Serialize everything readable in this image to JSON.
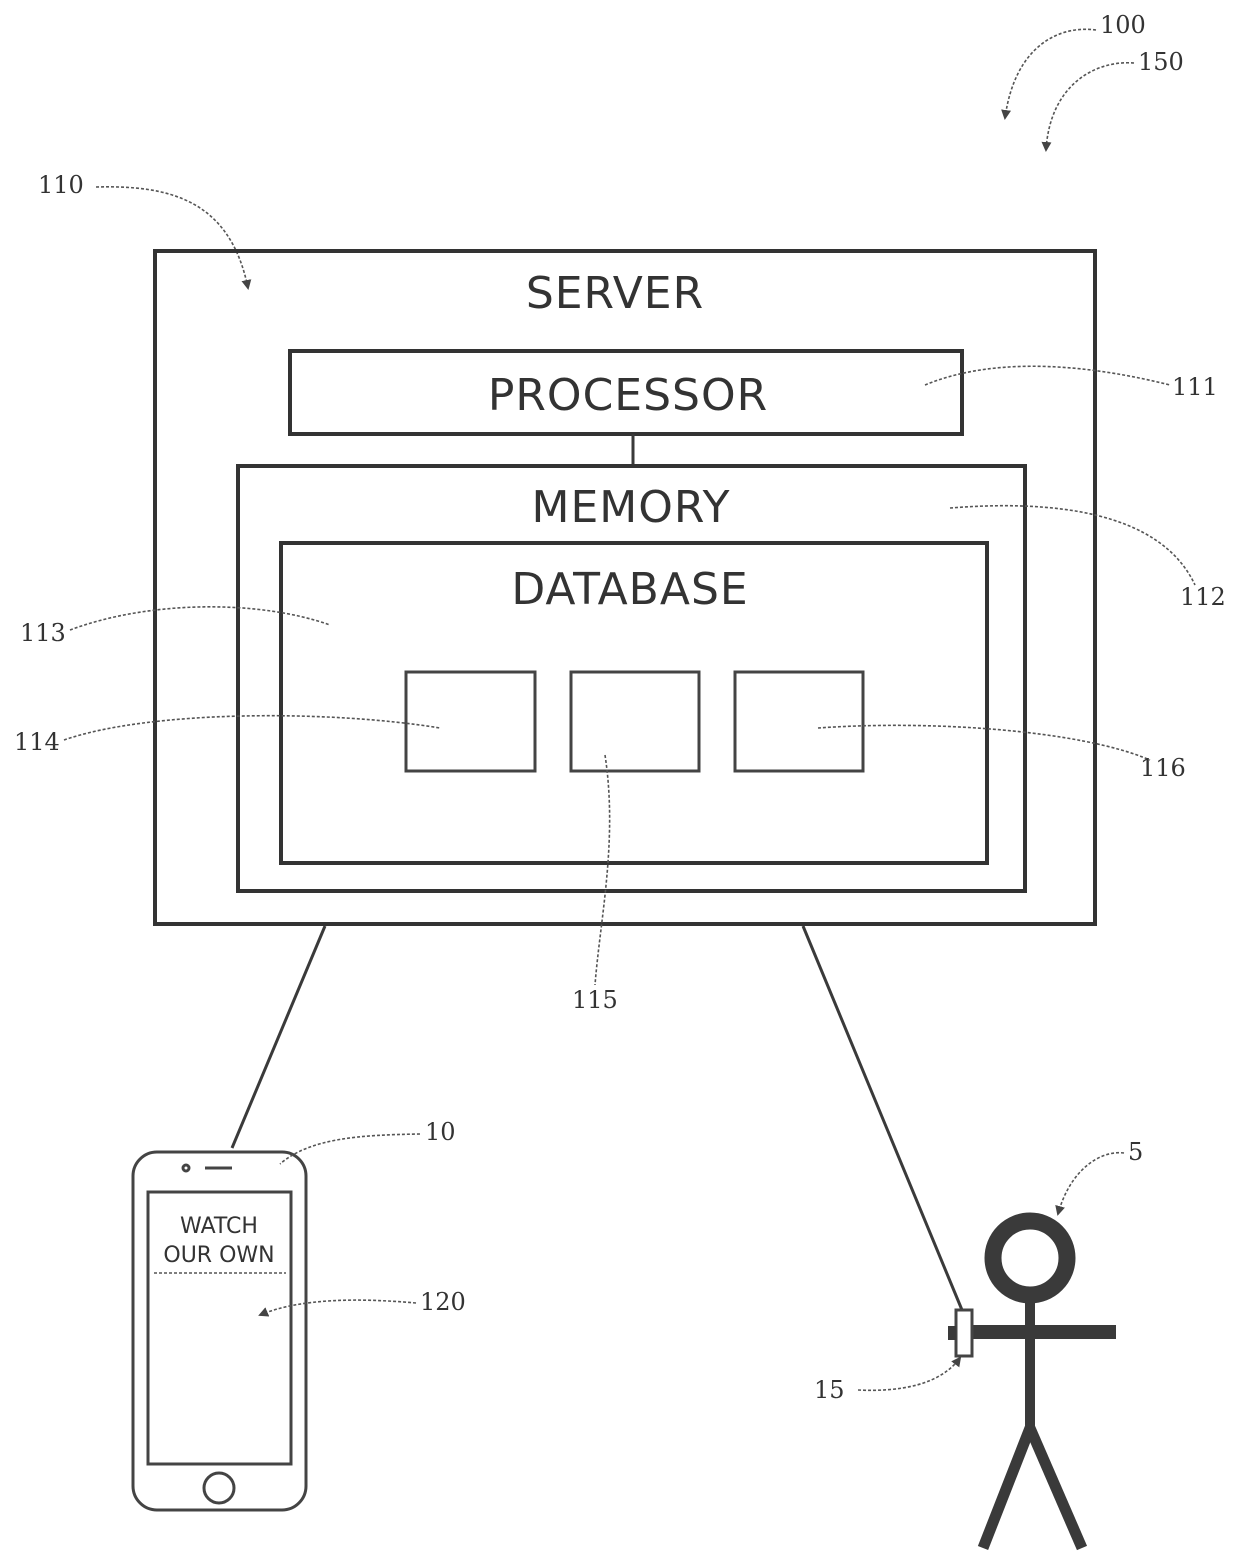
{
  "labels": {
    "server": "SERVER",
    "processor": "PROCESSOR",
    "memory": "MEMORY",
    "database": "DATABASE",
    "screen_line1": "WATCH",
    "screen_line2": "OUR OWN"
  },
  "refs": {
    "r100": "100",
    "r150": "150",
    "r110": "110",
    "r111": "111",
    "r112": "112",
    "r113": "113",
    "r114": "114",
    "r115": "115",
    "r116": "116",
    "r10": "10",
    "r120": "120",
    "r5": "5",
    "r15": "15"
  }
}
